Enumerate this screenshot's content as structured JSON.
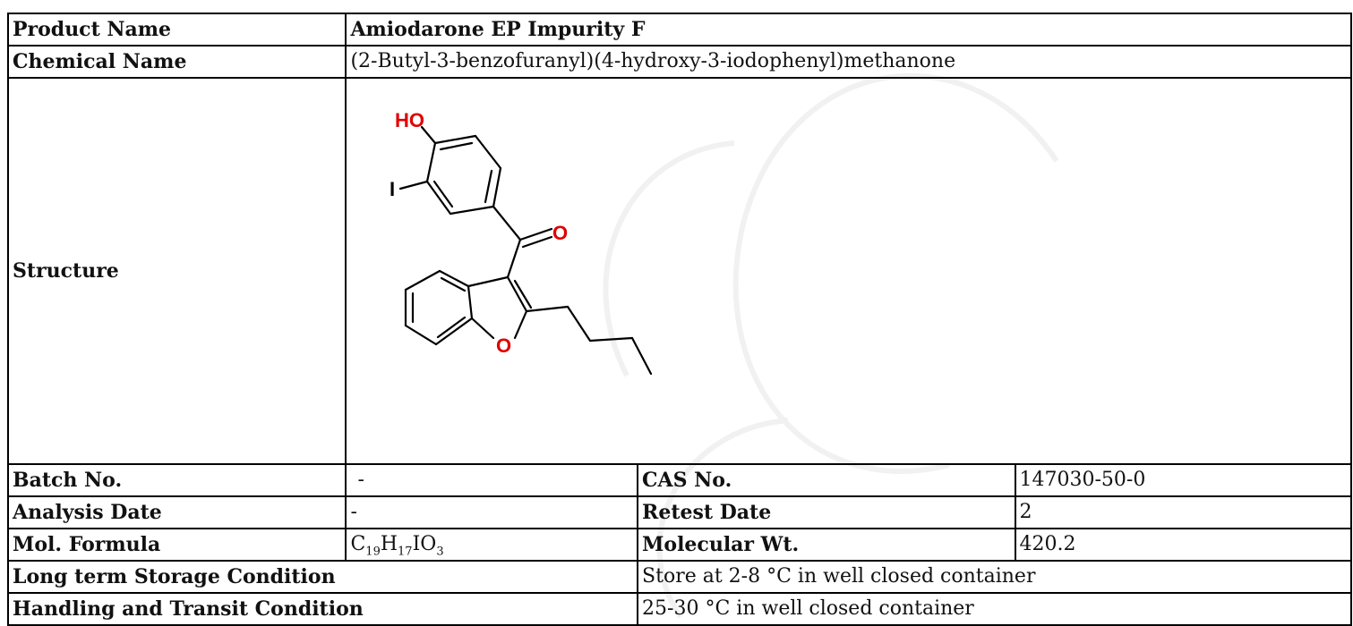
{
  "product": {
    "name_label": "Product Name",
    "name_value": "Amiodarone EP Impurity F",
    "chem_label": "Chemical Name",
    "chem_value": "(2-Butyl-3-benzofuranyl)(4-hydroxy-3-iodophenyl)methanone",
    "structure_label": "Structure"
  },
  "structure": {
    "atom_ho": "HO",
    "atom_i": "I",
    "atom_o_carbonyl": "O",
    "atom_o_ring": "O"
  },
  "details": {
    "batch_label": "Batch No.",
    "batch_value": "-",
    "cas_label": "CAS No.",
    "cas_value": "147030-50-0",
    "analysis_label": "Analysis Date",
    "analysis_value": "-",
    "retest_label": "Retest Date",
    "retest_value": "2",
    "formula_label": "Mol. Formula",
    "formula": {
      "c": "C",
      "c_n": "19",
      "h": "H",
      "h_n": "17",
      "i": "I",
      "o": "O",
      "o_n": "3"
    },
    "mw_label": "Molecular Wt.",
    "mw_value": "420.2"
  },
  "conditions": {
    "storage_label": "Long term Storage Condition",
    "storage_value": "Store at 2-8 °C in well closed container",
    "handling_label": "Handling and Transit Condition",
    "handling_value": "25-30 °C in well closed container"
  },
  "colors": {
    "heteroatom": "#e00000",
    "watermark": "#f0f0f0",
    "border": "#000000"
  }
}
